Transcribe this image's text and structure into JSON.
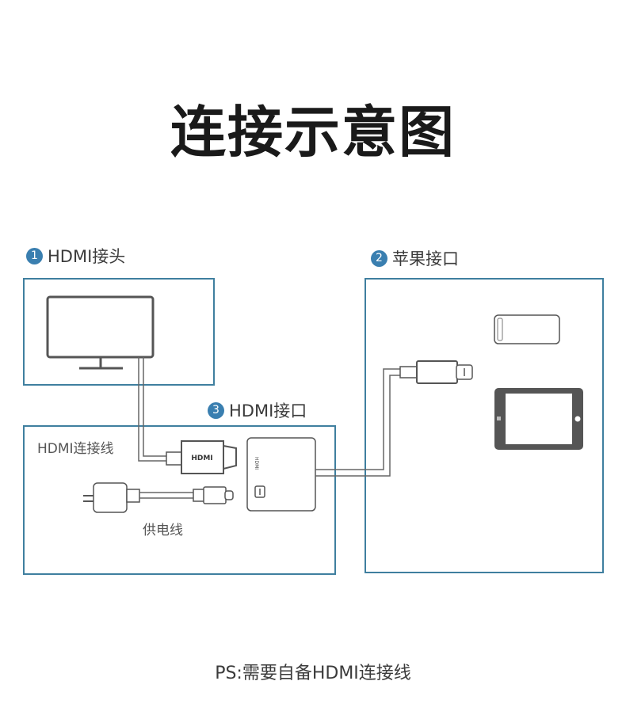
{
  "title": "连接示意图",
  "labels": {
    "hdmi_plug": {
      "num": "1",
      "text": "HDMI接头"
    },
    "apple_port": {
      "num": "2",
      "text": "苹果接口"
    },
    "hdmi_port": {
      "num": "3",
      "text": "HDMI接口"
    }
  },
  "hdmi_cable_label": "HDMI连接线",
  "power_cable_label": "供电线",
  "connector_text": "HDMI",
  "adapter_text": "HDMI",
  "footer": "PS:需要自备HDMI连接线",
  "colors": {
    "frame": "#3f7f9f",
    "badge": "#3a7fb0"
  }
}
